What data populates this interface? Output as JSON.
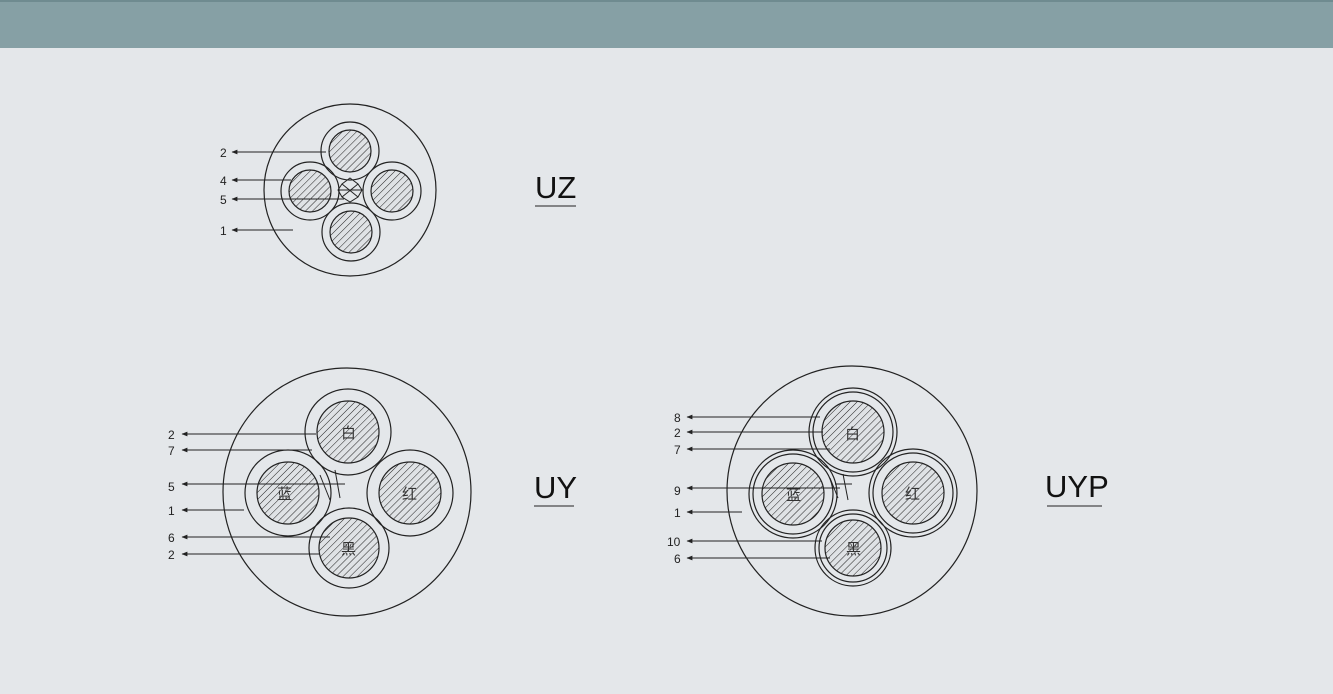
{
  "colors": {
    "header_bar": "#86a0a5",
    "background": "#e4e7ea",
    "line": "#222222"
  },
  "uz": {
    "label": "UZ",
    "callouts": [
      "2",
      "4",
      "5",
      "1"
    ]
  },
  "uy": {
    "label": "UY",
    "callouts": [
      "2",
      "7",
      "5",
      "1",
      "6",
      "2"
    ],
    "cores": [
      "白",
      "蓝",
      "红",
      "黑"
    ]
  },
  "uyp": {
    "label": "UYP",
    "callouts": [
      "8",
      "2",
      "7",
      "9",
      "1",
      "10",
      "6"
    ],
    "cores": [
      "白",
      "蓝",
      "红",
      "黑"
    ]
  }
}
